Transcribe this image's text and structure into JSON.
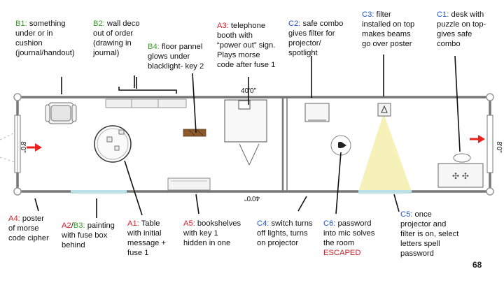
{
  "colors": {
    "wall": "#777777",
    "code_green": "#3a9a2a",
    "code_red": "#d0202a",
    "code_blue": "#2255c8",
    "arrow": "#e8231f",
    "window": "#bde0e6",
    "beam": "#f4efb0",
    "crate": "#8b5a2b"
  },
  "dimensions": {
    "top": "40'0\"",
    "bottom": "40'0\"",
    "left": "8'0\"",
    "right": "8'0\""
  },
  "annotations": {
    "b1": {
      "code": "B1:",
      "lines": [
        "something",
        "under or in",
        "cushion",
        "(journal/handout)"
      ]
    },
    "b2": {
      "code": "B2:",
      "lines": [
        "wall deco",
        "out of order",
        "(drawing in",
        "journal)"
      ]
    },
    "b4": {
      "code": "B4:",
      "lines": [
        "floor  pannel",
        "glows under",
        "blacklight- key 2"
      ]
    },
    "a3": {
      "code": "A3:",
      "lines": [
        "telephone",
        "booth with",
        "“power out” sign.",
        "Plays morse",
        "code after fuse 1"
      ]
    },
    "c2": {
      "code": "C2:",
      "lines": [
        "safe combo",
        "gives filter for",
        "projector/",
        "spotlight"
      ]
    },
    "c3": {
      "code": "C3:",
      "lines": [
        "filter",
        "installed on top",
        "makes beams",
        "go over poster"
      ]
    },
    "c1": {
      "code": "C1:",
      "lines": [
        "desk with",
        "puzzle on top-",
        "gives safe",
        "combo"
      ]
    },
    "a4": {
      "code": "A4:",
      "lines": [
        "poster",
        "of morse",
        "code cipher"
      ]
    },
    "a2b3": {
      "code_a": "A2",
      "slash": "/",
      "code_b": "B3:",
      "lines": [
        "painting",
        "with fuse box",
        "behind"
      ]
    },
    "a1": {
      "code": "A1:",
      "lines": [
        "Table",
        "with initial",
        "message +",
        "fuse 1"
      ]
    },
    "a5": {
      "code": "A5:",
      "lines": [
        "bookshelves",
        "with key 1",
        "hidden in one"
      ]
    },
    "c4": {
      "code": "C4:",
      "lines": [
        "switch turns",
        "off lights, turns",
        "on projector"
      ]
    },
    "c6": {
      "code": "C6:",
      "lines": [
        "password",
        "into mic solves",
        "the room"
      ],
      "escaped": "ESCAPED"
    },
    "c5": {
      "code": "C5:",
      "lines": [
        "once",
        "projector and",
        "filter is on, select",
        "letters spell",
        "password"
      ]
    }
  },
  "page_number": "68"
}
